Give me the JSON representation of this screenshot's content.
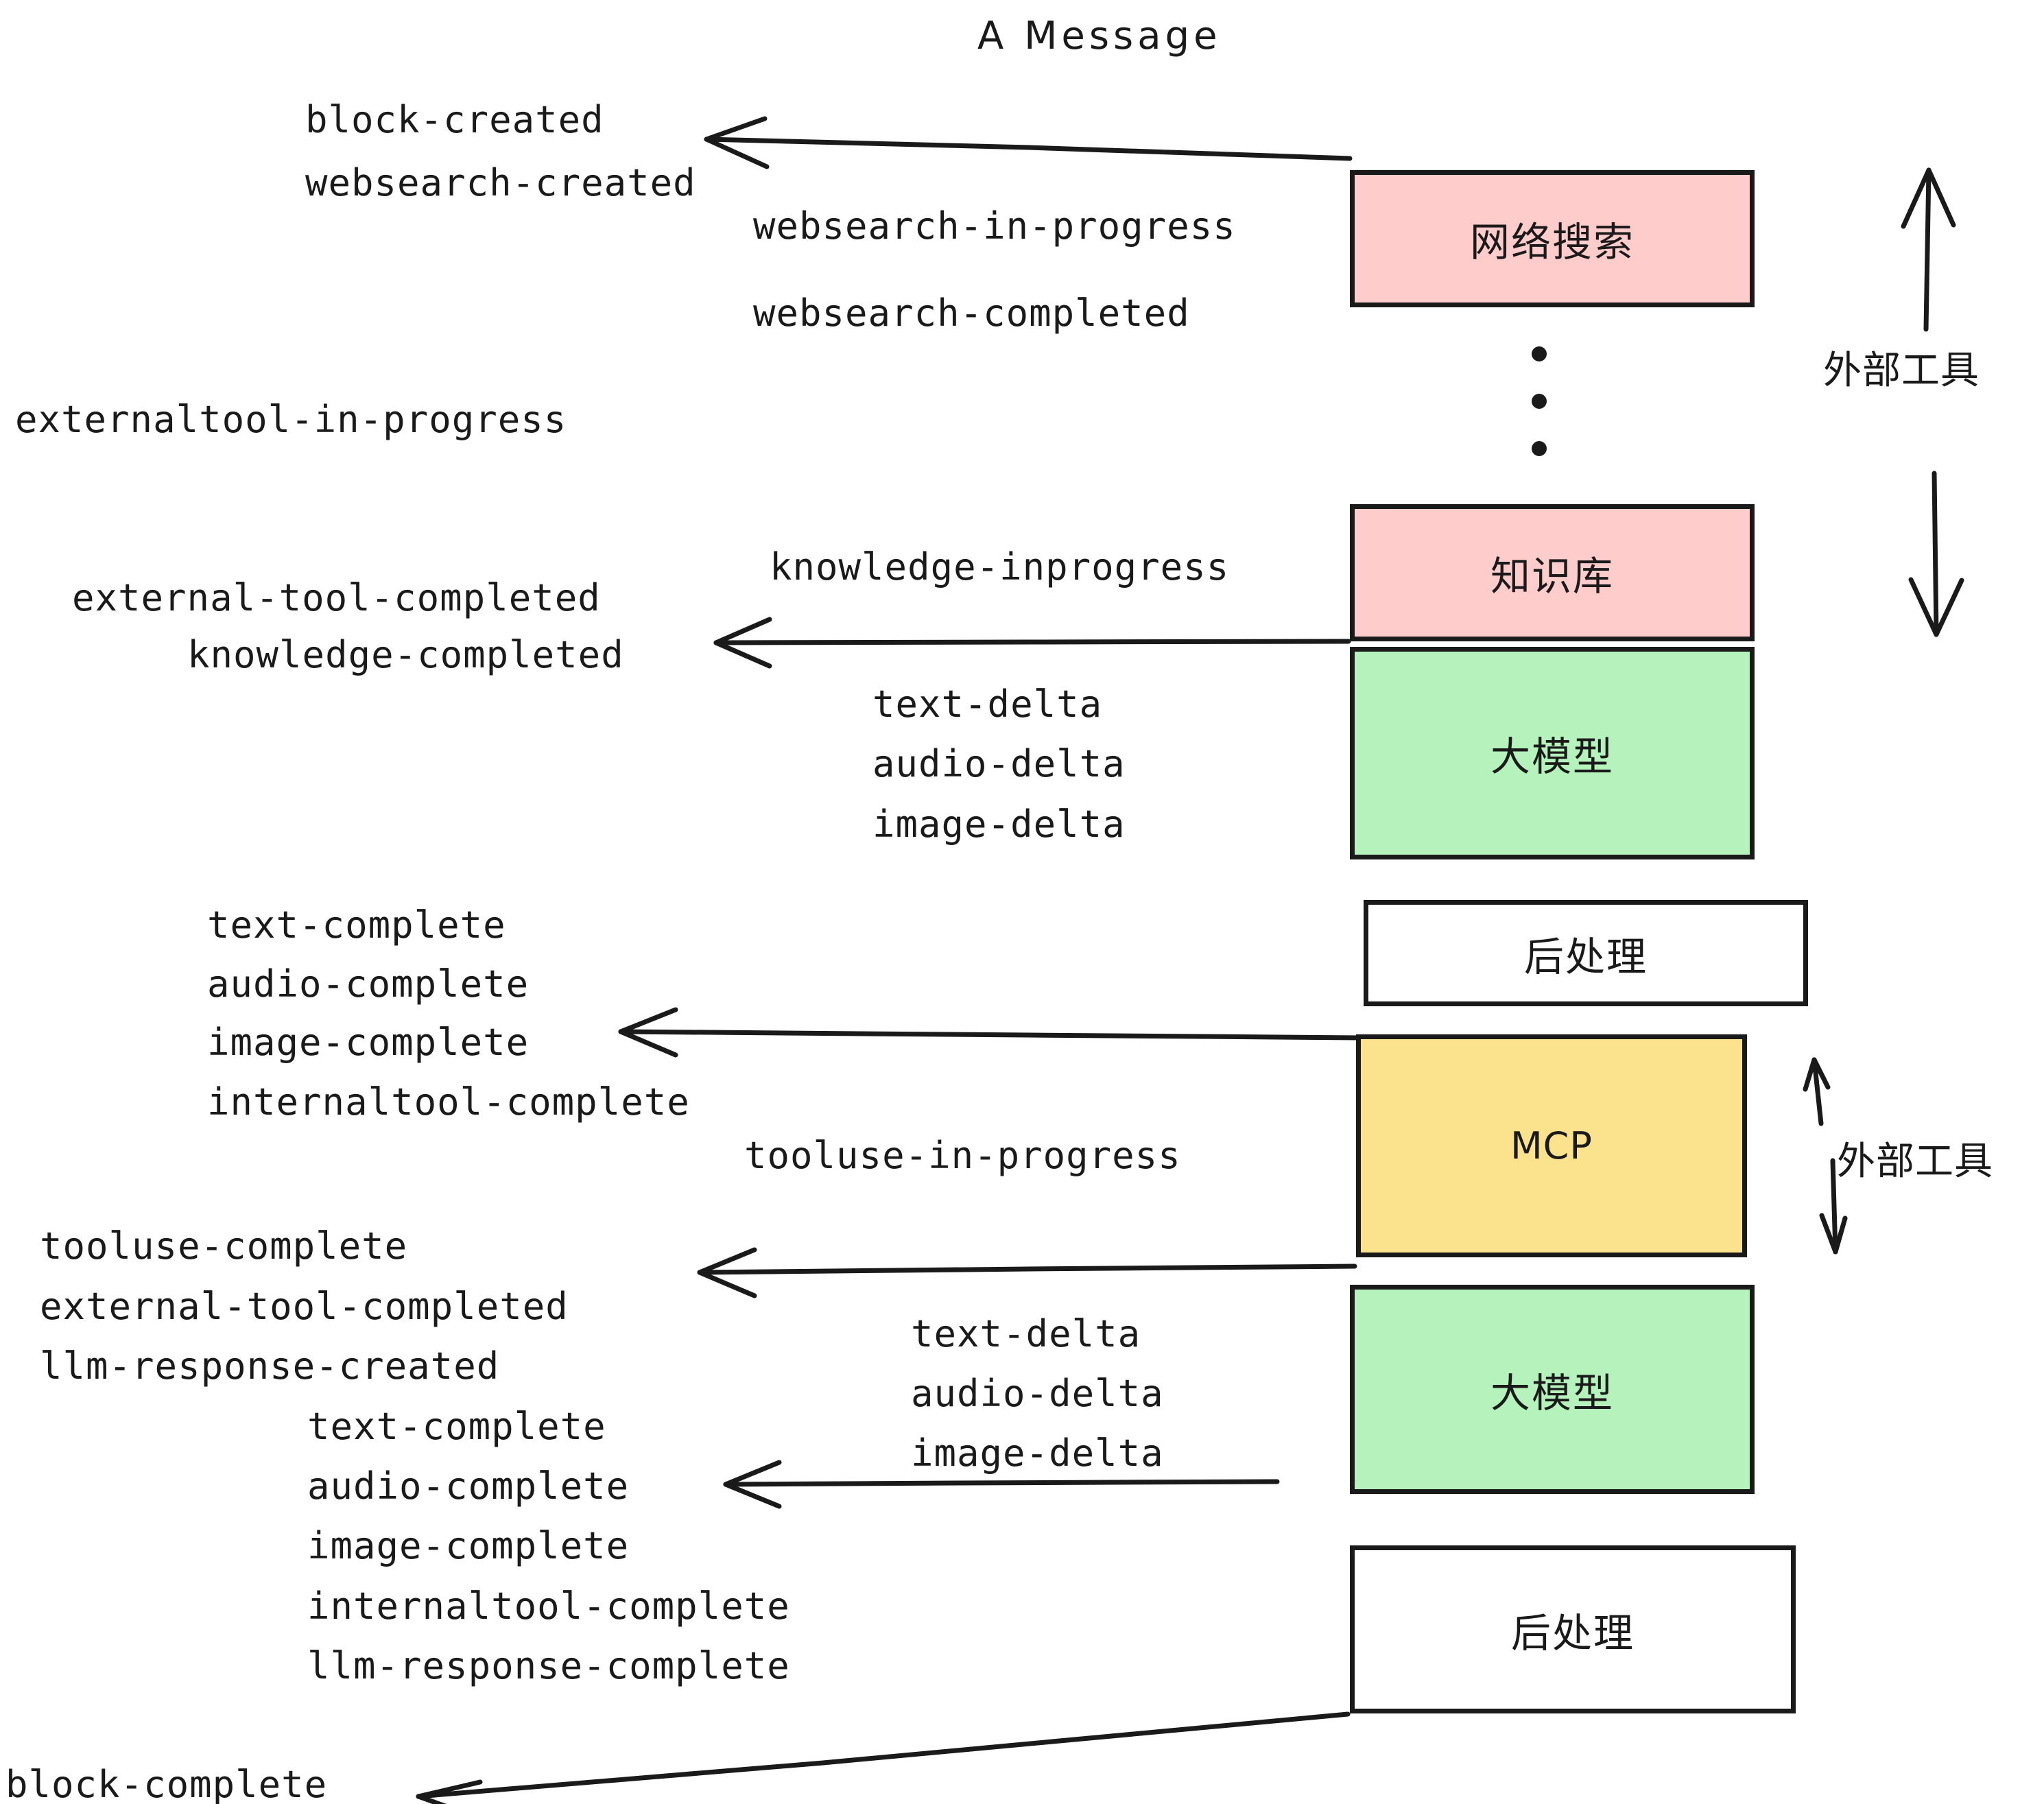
{
  "title": "A Message",
  "colors": {
    "pink": "#FFCCCC",
    "green": "#B5F2BC",
    "yellow": "#FBE38E",
    "white": "#FFFFFF",
    "stroke": "#1A1A1A",
    "background": "#FFFFFF"
  },
  "nodes": [
    {
      "id": "websearch",
      "label": "网络搜索",
      "fill": "#FFCCCC"
    },
    {
      "id": "knowledge",
      "label": "知识库",
      "fill": "#FFCCCC"
    },
    {
      "id": "llm-1",
      "label": "大模型",
      "fill": "#B5F2BC"
    },
    {
      "id": "postprocess-1",
      "label": "后处理",
      "fill": "#FFFFFF"
    },
    {
      "id": "mcp",
      "label": "MCP",
      "fill": "#FBE38E"
    },
    {
      "id": "llm-2",
      "label": "大模型",
      "fill": "#B5F2BC"
    },
    {
      "id": "postprocess-2",
      "label": "后处理",
      "fill": "#FFFFFF"
    }
  ],
  "side_labels": [
    {
      "id": "external-tools-top",
      "text": "外部工具"
    },
    {
      "id": "external-tools-bottom",
      "text": "外部工具"
    }
  ],
  "events": [
    {
      "id": "block-created",
      "text": "block-created"
    },
    {
      "id": "websearch-created",
      "text": "websearch-created"
    },
    {
      "id": "websearch-in-progress",
      "text": "websearch-in-progress"
    },
    {
      "id": "websearch-completed",
      "text": "websearch-completed"
    },
    {
      "id": "externaltool-in-progress",
      "text": "externaltool-in-progress"
    },
    {
      "id": "knowledge-inprogress",
      "text": "knowledge-inprogress"
    },
    {
      "id": "external-tool-completed-1",
      "text": "external-tool-completed"
    },
    {
      "id": "knowledge-completed",
      "text": "knowledge-completed"
    },
    {
      "id": "text-delta-1",
      "text": "text-delta"
    },
    {
      "id": "audio-delta-1",
      "text": "audio-delta"
    },
    {
      "id": "image-delta-1",
      "text": "image-delta"
    },
    {
      "id": "text-complete-1",
      "text": "text-complete"
    },
    {
      "id": "audio-complete-1",
      "text": "audio-complete"
    },
    {
      "id": "image-complete-1",
      "text": "image-complete"
    },
    {
      "id": "internaltool-complete-1",
      "text": "internaltool-complete"
    },
    {
      "id": "tooluse-in-progress",
      "text": "tooluse-in-progress"
    },
    {
      "id": "tooluse-complete",
      "text": "tooluse-complete"
    },
    {
      "id": "external-tool-completed-2",
      "text": "external-tool-completed"
    },
    {
      "id": "llm-response-created",
      "text": "llm-response-created"
    },
    {
      "id": "text-delta-2",
      "text": "text-delta"
    },
    {
      "id": "audio-delta-2",
      "text": "audio-delta"
    },
    {
      "id": "image-delta-2",
      "text": "image-delta"
    },
    {
      "id": "text-complete-2",
      "text": "text-complete"
    },
    {
      "id": "audio-complete-2",
      "text": "audio-complete"
    },
    {
      "id": "image-complete-2",
      "text": "image-complete"
    },
    {
      "id": "internaltool-complete-2",
      "text": "internaltool-complete"
    },
    {
      "id": "llm-response-complete",
      "text": "llm-response-complete"
    },
    {
      "id": "block-complete",
      "text": "block-complete"
    }
  ]
}
